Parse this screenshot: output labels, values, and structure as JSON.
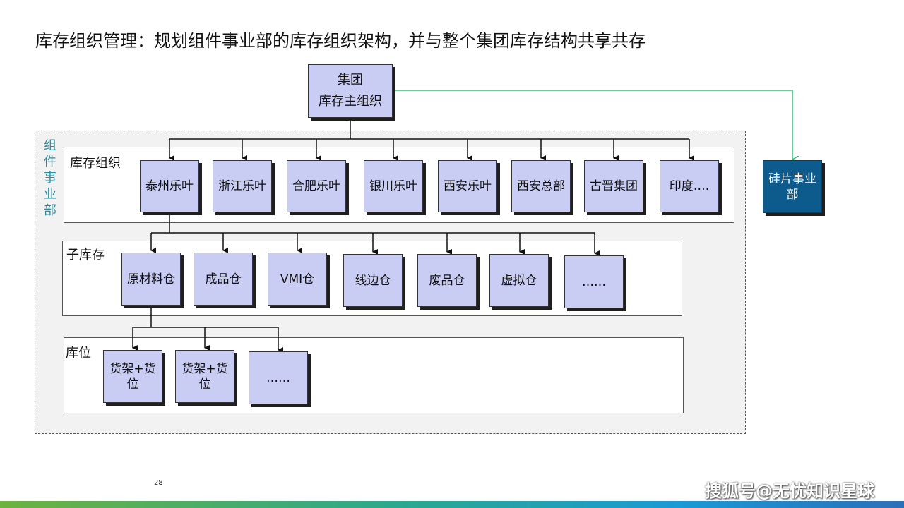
{
  "title": "库存组织管理：规划组件事业部的库存组织架构，并与整个集团库存结构共享共存",
  "top_node": {
    "line1": "集团",
    "line2": "库存主组织"
  },
  "business_unit_label": "组件事业部",
  "side_node": "硅片事业部",
  "inventory_org": {
    "label": "库存组织",
    "items": [
      "泰州乐叶",
      "浙江乐叶",
      "合肥乐叶",
      "银川乐叶",
      "西安乐叶",
      "西安总部",
      "古晋集团",
      "印度…."
    ]
  },
  "sub_inventory": {
    "label": "子库存",
    "items": [
      "原材料仓",
      "成品仓",
      "VMI仓",
      "线边仓",
      "废品仓",
      "虚拟仓",
      "……"
    ]
  },
  "locator": {
    "label": "库位",
    "items": [
      "货架+货位",
      "货架+货位",
      "……"
    ]
  },
  "page_number": "28",
  "watermark": "搜狐号@无忧知识星球",
  "colors": {
    "box_fill": "#c9cdf4",
    "side_box_fill": "#0d5a8c",
    "side_connector": "#3cb878",
    "bu_label": "#2e8b9a"
  }
}
